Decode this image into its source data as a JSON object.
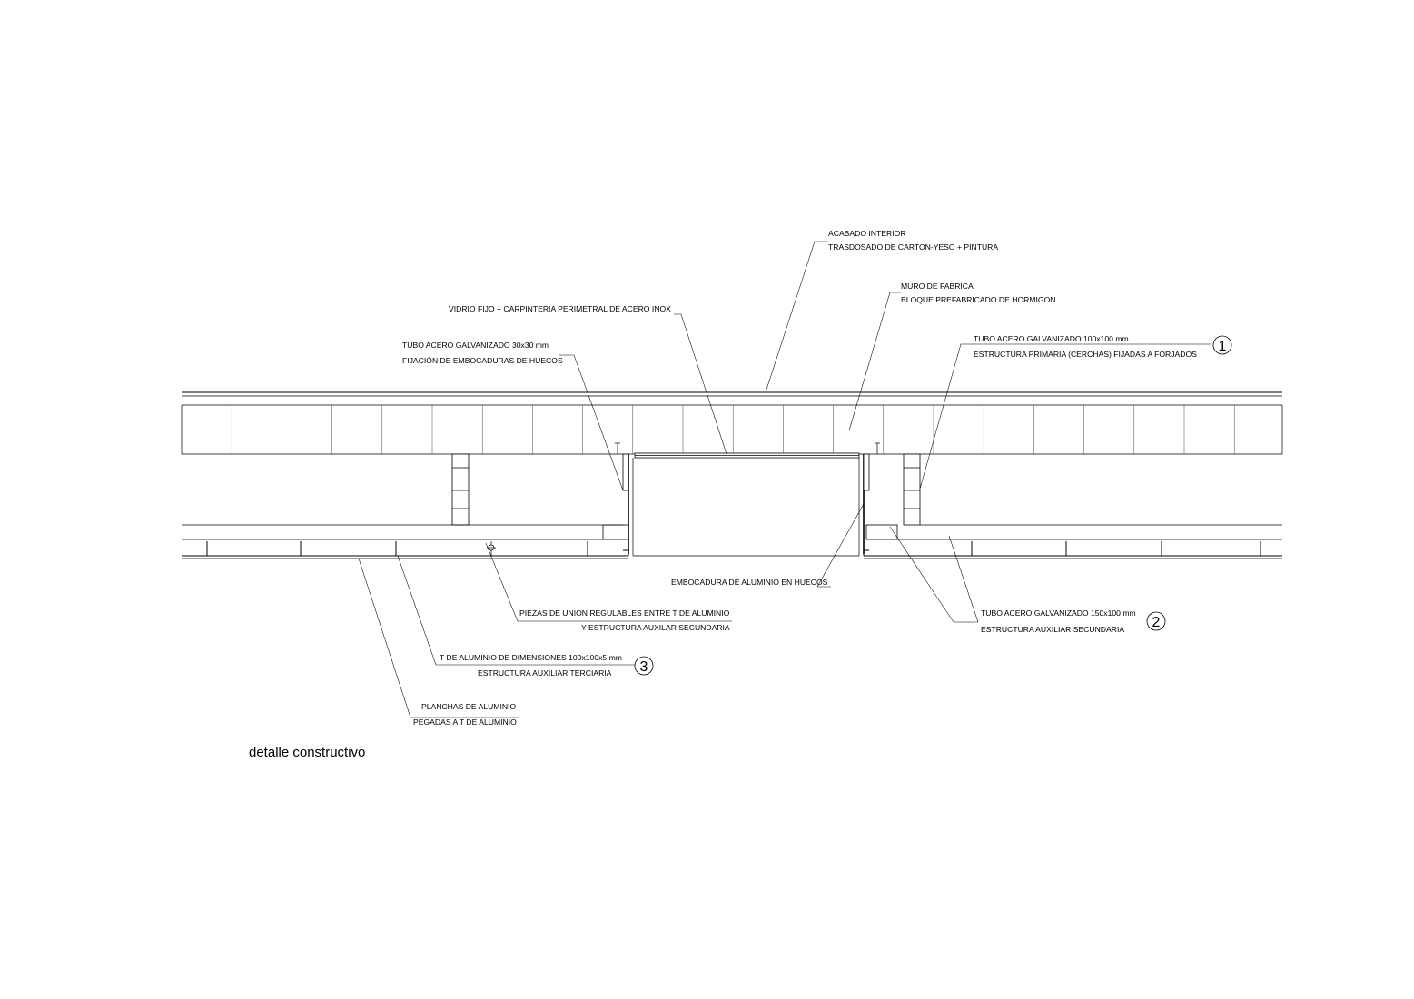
{
  "caption": "detalle constructivo",
  "labels": {
    "acabado_1": "ACABADO INTERIOR",
    "acabado_2": "TRASDOSADO DE CARTON-YESO + PINTURA",
    "muro_1": "MURO DE FABRICA",
    "muro_2": "BLOQUE PREFABRICADO DE HORMIGON",
    "vidrio_1": "VIDRIO FIJO + CARPINTERIA PERIMETRAL DE ACERO INOX",
    "tubo30_1": "TUBO ACERO GALVANIZADO  30x30 mm",
    "tubo30_2": "FIJACIÓN DE EMBOCADURAS DE HUECOS",
    "tubo100_1": "TUBO ACERO GALVANIZADO  100x100 mm",
    "tubo100_2": "ESTRUCTURA PRIMARIA (CERCHAS) FIJADAS A FORJADOS",
    "embocadura_1": "EMBOCADURA DE ALUMINIO EN HUECOS",
    "piezas_1": "PIEZAS DE UNION REGULABLES ENTRE T DE ALUMINIO",
    "piezas_2": "Y ESTRUCTURA AUXILAR SECUNDARIA",
    "tubo150_1": "TUBO ACERO GALVANIZADO  150x100 mm",
    "tubo150_2": "ESTRUCTURA AUXILIAR SECUNDARIA",
    "talum_1": "T DE ALUMINIO DE DIMENSIONES 100x100x5 mm",
    "talum_2": "ESTRUCTURA AUXILIAR TERCIARIA",
    "planchas_1": "PLANCHAS DE ALUMINIO",
    "planchas_2": "PEGADAS A T DE ALUMINIO"
  },
  "markers": {
    "m1": "1",
    "m2": "2",
    "m3": "3"
  }
}
